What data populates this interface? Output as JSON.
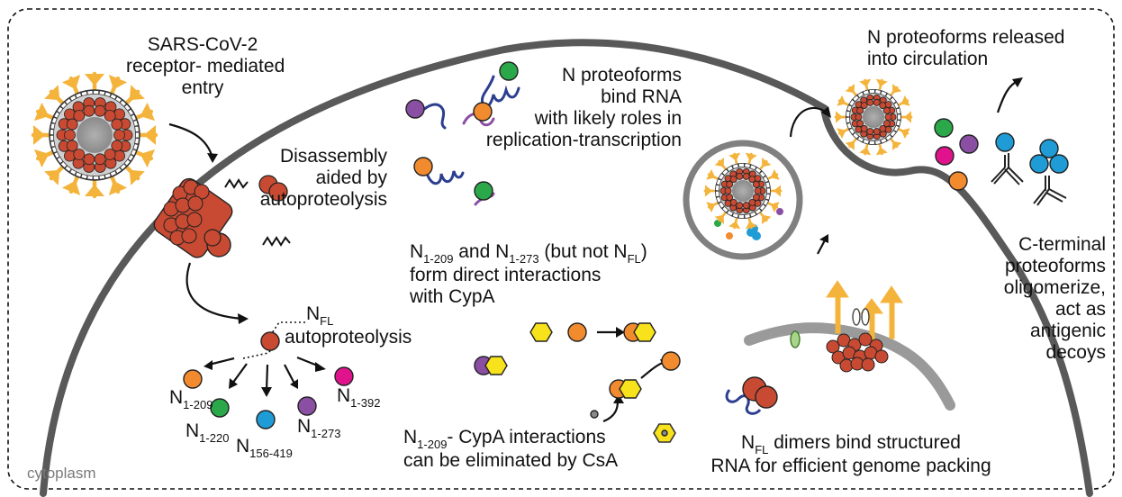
{
  "labels": {
    "entry": [
      "SARS-CoV-2",
      "receptor- mediated",
      "entry"
    ],
    "disassembly": [
      "Disassembly",
      "aided by",
      "autoproteolysis"
    ],
    "bind_rna": [
      "N proteoforms",
      "bind RNA",
      "with likely roles in",
      "replication-transcription"
    ],
    "released": [
      "N proteoforms released",
      "into circulation"
    ],
    "cterminal": [
      "C-terminal",
      "proteoforms",
      "oligomerize,",
      "act as",
      "antigenic",
      "decoys"
    ],
    "cypa_line1": {
      "a": "N",
      "a_sub": "1-209",
      "b": " and N",
      "b_sub": "1-273",
      "c": " (but not N",
      "c_sub": "FL",
      "d": ")"
    },
    "cypa_line2": "form direct interactions",
    "cypa_line3": "with CypA",
    "nfl_label": {
      "main": "N",
      "sub": "FL"
    },
    "autoproteolysis": "autoproteolysis",
    "csa_line1": {
      "main": "N",
      "sub": "1-209",
      "rest": "- CypA interactions"
    },
    "csa_line2": "can be eliminated by CsA",
    "dimers_line1": {
      "main": "N",
      "sub": "FL",
      "rest": " dimers bind structured"
    },
    "dimers_line2": "RNA for efficient genome packing",
    "cytoplasm": "cytoplasm",
    "fragments": [
      {
        "main": "N",
        "sub": "1-209"
      },
      {
        "main": "N",
        "sub": "1-220"
      },
      {
        "main": "N",
        "sub": "156-419"
      },
      {
        "main": "N",
        "sub": "1-273"
      },
      {
        "main": "N",
        "sub": "1-392"
      }
    ]
  },
  "colors": {
    "orange": "#f28a2e",
    "green": "#2aa84a",
    "blue": "#1f9bd6",
    "purple": "#8a4fa3",
    "magenta": "#e0138c",
    "brown_red": "#c84a32",
    "yellow": "#f7e21c",
    "spike": "#f4b43c",
    "rna_blue": "#2c3f8f",
    "membrane": "#595959"
  }
}
